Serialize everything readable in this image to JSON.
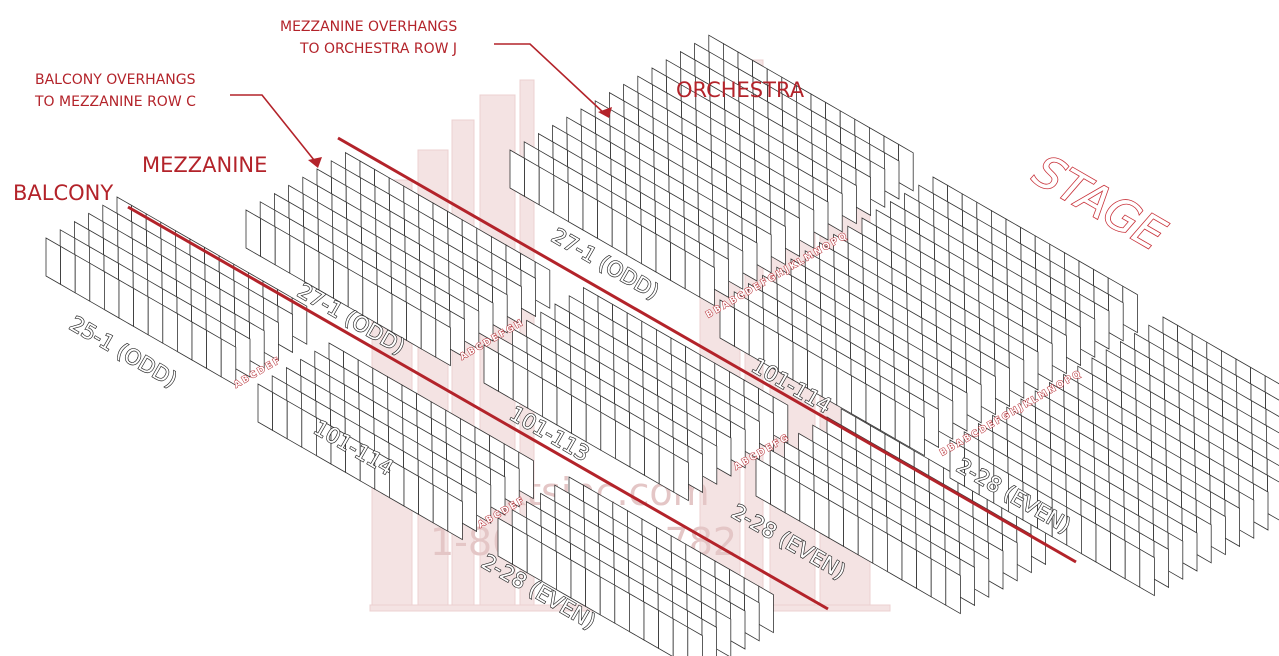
{
  "labels": {
    "balcony": "BALCONY",
    "mezzanine": "MEZZANINE",
    "orchestra": "ORCHESTRA",
    "stage": "STAGE"
  },
  "notes": {
    "balcony_overhang_line1": "BALCONY OVERHANGS",
    "balcony_overhang_line2": "TO MEZZANINE ROW C",
    "mezzanine_overhang_line1": "MEZZANINE OVERHANGS",
    "mezzanine_overhang_line2": "TO ORCHESTRA ROW J"
  },
  "seat_ranges": {
    "balcony_left": "25-1 (ODD)",
    "balcony_center": "101-114",
    "balcony_right": "2-28 (EVEN)",
    "mezzanine_left": "27-1 (ODD)",
    "mezzanine_center": "101-113",
    "mezzanine_right": "2-28 (EVEN)",
    "orchestra_left": "27-1 (ODD)",
    "orchestra_center": "101-114",
    "orchestra_right": "2-28 (EVEN)"
  },
  "row_letters": {
    "balcony_center": "ABCDEF",
    "balcony_right": "ABCDEF",
    "mezzanine_center": "ABCDEFGH",
    "mezzanine_right": "ABCDEFG",
    "orchestra_center": "BBABCDEFGHJKLMNOPQ",
    "orchestra_right": "BBABCDEFGHJKLMNOPQ"
  },
  "watermark": {
    "line1": "allttktsinc.com",
    "line2": "1-800-380-0782"
  },
  "colors": {
    "accent_red": "#b3232a",
    "seat_stroke": "#333333",
    "watermark": "#e8cccc"
  }
}
